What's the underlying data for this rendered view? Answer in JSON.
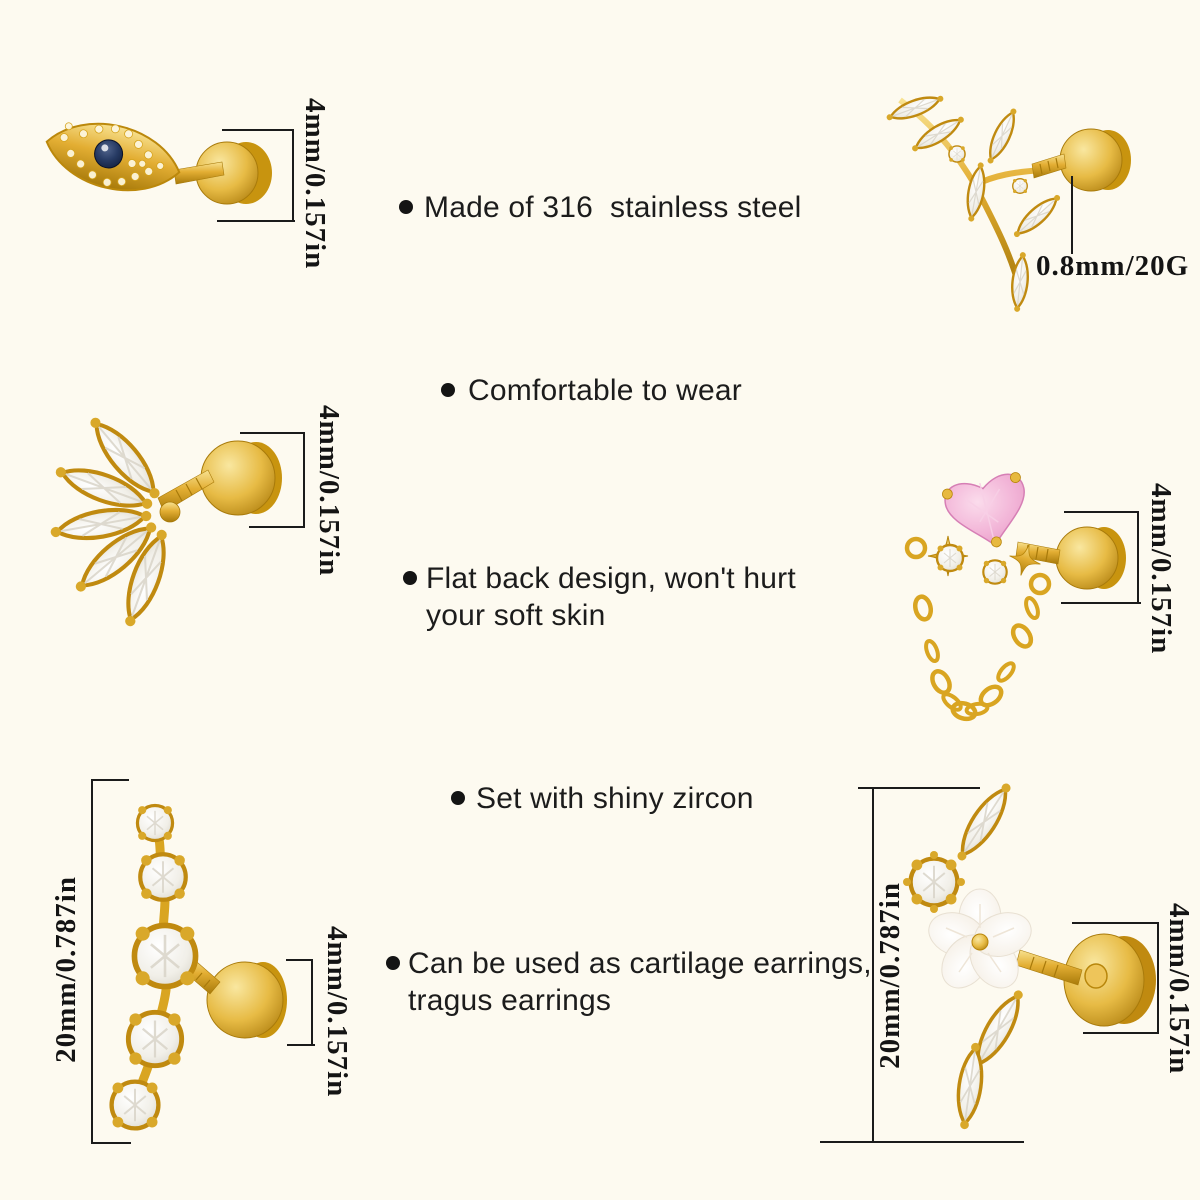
{
  "background": "#fdfaf0",
  "text_color": "#1c1c1c",
  "gold_accent": "#e7bb45",
  "features": [
    {
      "lines": [
        "Made of 316  stainless steel"
      ]
    },
    {
      "lines": [
        "Comfortable to wear"
      ]
    },
    {
      "lines": [
        "Flat back design, won't hurt",
        "your soft skin"
      ]
    },
    {
      "lines": [
        "Set with shiny zircon"
      ]
    },
    {
      "lines": [
        "Can be used as cartilage earrings,",
        "tragus earrings"
      ]
    }
  ],
  "earrings": [
    {
      "name": "evil-eye-stud-earring",
      "labels": {
        "back_height": "4mm/0.157in"
      }
    },
    {
      "name": "leaf-vine-stud-earring",
      "labels": {
        "bar_gauge": "0.8mm/20G"
      }
    },
    {
      "name": "marquise-crown-stud-earring",
      "labels": {
        "back_height": "4mm/0.157in"
      }
    },
    {
      "name": "heart-chain-stud-earring",
      "labels": {
        "back_height": "4mm/0.157in"
      }
    },
    {
      "name": "five-stone-climber-earring",
      "labels": {
        "length": "20mm/0.787in",
        "back_height": "4mm/0.157in"
      }
    },
    {
      "name": "shell-flower-stud-earring",
      "labels": {
        "length": "20mm/0.787in",
        "back_height": "4mm/0.157in"
      }
    }
  ]
}
